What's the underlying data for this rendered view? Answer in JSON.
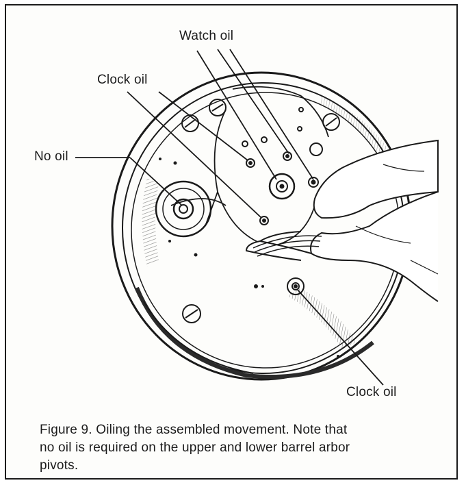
{
  "callouts": {
    "watch_oil": "Watch oil",
    "clock_oil_top": "Clock oil",
    "no_oil": "No oil",
    "clock_oil_bottom": "Clock oil"
  },
  "caption": {
    "line1": "Figure 9. Oiling the assembled movement. Note that",
    "line2": "no oil is required on the upper and lower barrel arbor",
    "line3": "pivots."
  }
}
